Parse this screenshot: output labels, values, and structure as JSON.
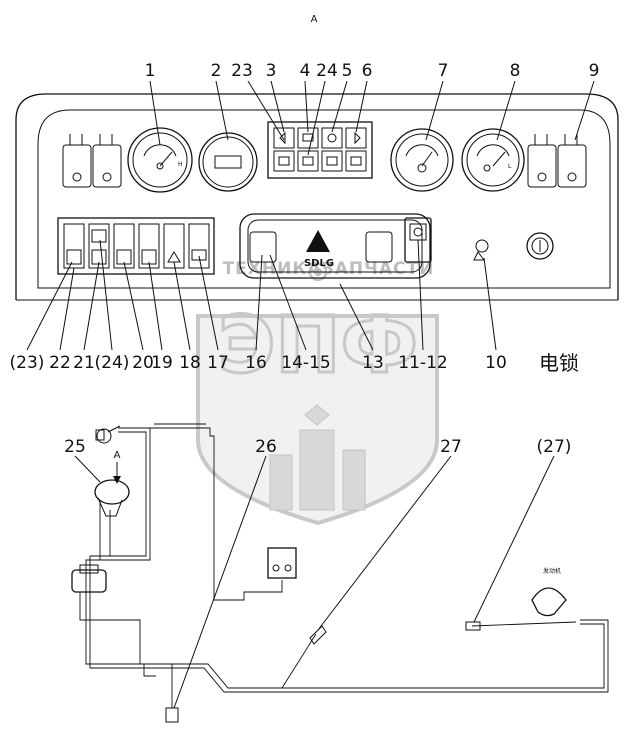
{
  "view_label": "A",
  "logo_text": "SDLG",
  "watermark": {
    "letters": "ЭПФ",
    "left_text": "ТЕХНИКА",
    "right_text": "ЗАПЧАСТИ"
  },
  "callouts_top": [
    "1",
    "2",
    "23",
    "3",
    "4",
    "24",
    "5",
    "6",
    "7",
    "8",
    "9"
  ],
  "callouts_bottom": [
    "(23)",
    "22",
    "21",
    "(24)",
    "20",
    "19",
    "18",
    "17",
    "16",
    "14-15",
    "13",
    "11-12",
    "10",
    "电锁"
  ],
  "callouts_lower": [
    "25",
    "A",
    "26",
    "27",
    "(27)"
  ],
  "small_labels": {
    "ignition_small": "",
    "sensor_small": "发动机"
  },
  "gauge_marks": [
    "H",
    "L"
  ]
}
